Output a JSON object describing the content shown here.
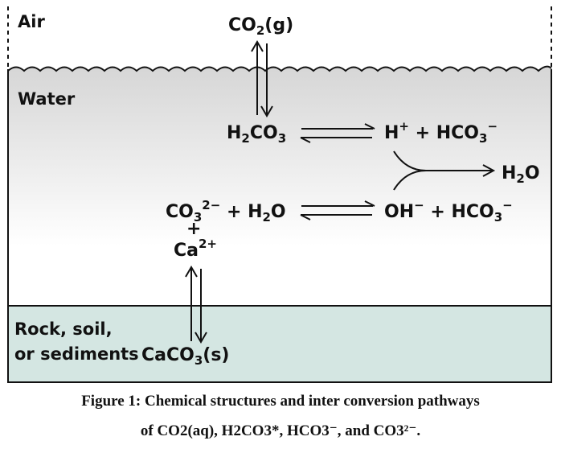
{
  "zones": {
    "air": "Air",
    "water": "Water",
    "rock_line1": "Rock, soil,",
    "rock_line2": "or sediments"
  },
  "species": {
    "co2_gas": {
      "base": "CO",
      "sub": "2",
      "tail": "(g)"
    },
    "h2co3": {
      "p1": "H",
      "s1": "2",
      "p2": "CO",
      "s2": "3"
    },
    "h_plus_hco3": {
      "p1": "H",
      "sup1": "+",
      "p2": " + HCO",
      "s2": "3",
      "sup2": "−"
    },
    "water_product": {
      "p1": "H",
      "s1": "2",
      "p2": "O"
    },
    "co3_h2o": {
      "p1": "CO",
      "s1": "3",
      "sup1": "2−",
      "p2": " + H",
      "s2": "2",
      "p3": "O"
    },
    "oh_hco3": {
      "p1": "OH",
      "sup1": "−",
      "p2": " + HCO",
      "s2": "3",
      "sup2": "−"
    },
    "plus_sign": "+",
    "calcium_ion": {
      "p1": "Ca",
      "sup1": "2+"
    },
    "caco3_solid": {
      "p1": "CaCO",
      "s1": "3",
      "p2": "(s)"
    }
  },
  "caption": {
    "line1": "Figure 1: Chemical structures and inter conversion pathways",
    "line2": "of CO2(aq), H2CO3*, HCO3⁻, and CO3²⁻."
  },
  "colors": {
    "water_top": "#d6d6d6",
    "water_bottom": "#ffffff",
    "sediment": "#d4e6e2",
    "ink": "#111111"
  }
}
